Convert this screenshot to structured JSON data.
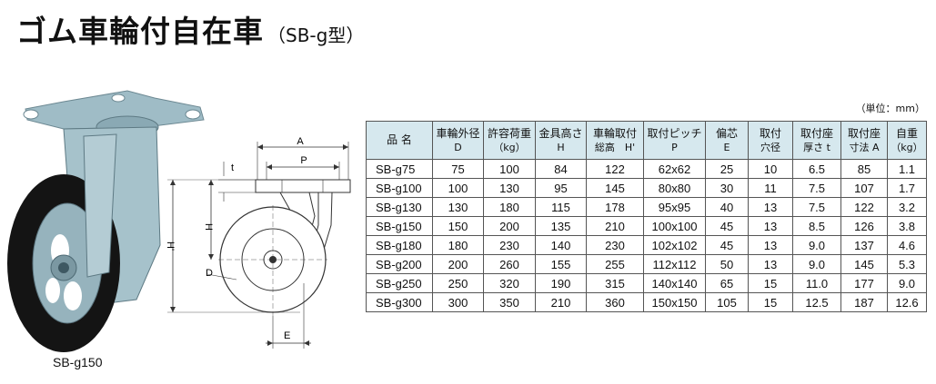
{
  "title": {
    "main": "ゴム車輪付自在車",
    "model": "（SB-g型）"
  },
  "unit_note": "（単位：mm）",
  "photo_caption": "SB-g150",
  "diagram_labels": {
    "A": "A",
    "P": "P",
    "H": "H",
    "H_total": "H'",
    "D": "D",
    "E": "E",
    "t": "t"
  },
  "table": {
    "headers": [
      {
        "top": "品 名",
        "sub": ""
      },
      {
        "top": "車輪外径",
        "sub": "D"
      },
      {
        "top": "許容荷重",
        "sub": "（kg）"
      },
      {
        "top": "金具高さ",
        "sub": "H"
      },
      {
        "top": "車輪取付",
        "sub": "総高　H'"
      },
      {
        "top": "取付ピッチ",
        "sub": "P"
      },
      {
        "top": "偏芯",
        "sub": "E"
      },
      {
        "top": "取付",
        "sub": "穴径"
      },
      {
        "top": "取付座",
        "sub": "厚さ t"
      },
      {
        "top": "取付座",
        "sub": "寸法 A"
      },
      {
        "top": "自重",
        "sub": "（kg）"
      }
    ],
    "rows": [
      [
        "SB-g75",
        "75",
        "100",
        "84",
        "122",
        "62x62",
        "25",
        "10",
        "6.5",
        "85",
        "1.1"
      ],
      [
        "SB-g100",
        "100",
        "130",
        "95",
        "145",
        "80x80",
        "30",
        "11",
        "7.5",
        "107",
        "1.7"
      ],
      [
        "SB-g130",
        "130",
        "180",
        "115",
        "178",
        "95x95",
        "40",
        "13",
        "7.5",
        "122",
        "3.2"
      ],
      [
        "SB-g150",
        "150",
        "200",
        "135",
        "210",
        "100x100",
        "45",
        "13",
        "8.5",
        "126",
        "3.8"
      ],
      [
        "SB-g180",
        "180",
        "230",
        "140",
        "230",
        "102x102",
        "45",
        "13",
        "9.0",
        "137",
        "4.6"
      ],
      [
        "SB-g200",
        "200",
        "260",
        "155",
        "255",
        "112x112",
        "50",
        "13",
        "9.0",
        "145",
        "5.3"
      ],
      [
        "SB-g250",
        "250",
        "320",
        "190",
        "315",
        "140x140",
        "65",
        "15",
        "11.0",
        "177",
        "9.0"
      ],
      [
        "SB-g300",
        "300",
        "350",
        "210",
        "360",
        "150x150",
        "105",
        "15",
        "12.5",
        "187",
        "12.6"
      ]
    ]
  }
}
